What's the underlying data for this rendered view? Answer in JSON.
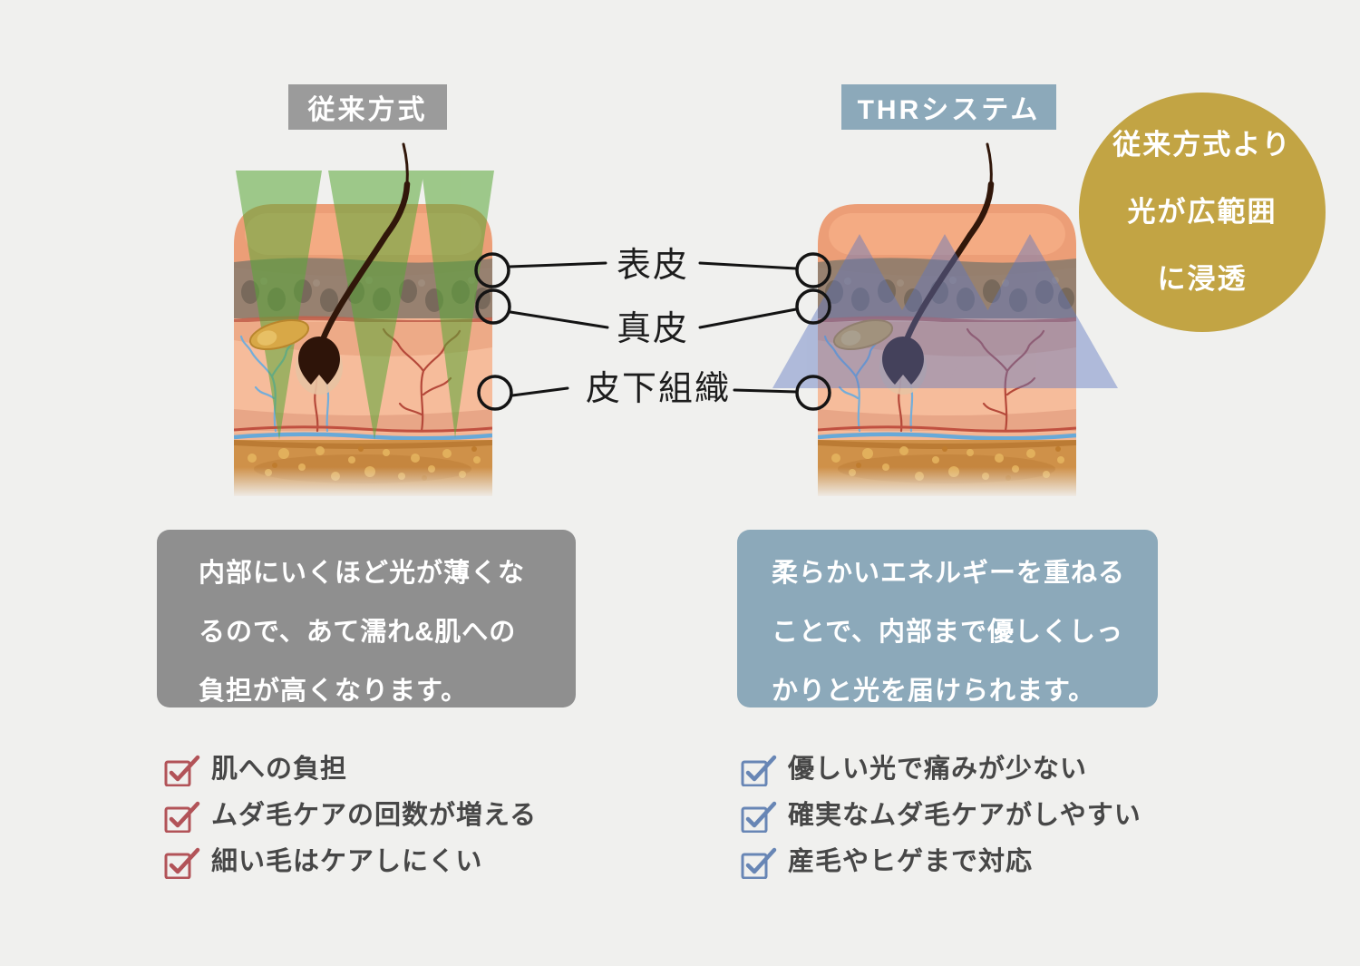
{
  "background_color": "#f0f0ee",
  "layer_labels": {
    "epidermis": "表皮",
    "dermis": "真皮",
    "subcutaneous": "皮下組織"
  },
  "conventional": {
    "method_label": "従来方式",
    "label_bg": "#9b9b9b",
    "box_bg": "#8f8f8f",
    "beam_color": "#5aa838",
    "check_color": "#b25358",
    "description_lines": [
      "内部にいくほど光が薄くな",
      "るので、あて濡れ&肌への",
      "負担が高くなります。"
    ],
    "checklist": [
      "肌への負担",
      "ムダ毛ケアの回数が増える",
      "細い毛はケアしにくい"
    ]
  },
  "thr": {
    "method_label": "THRシステム",
    "label_bg": "#8ca9ba",
    "box_bg": "#8ca9ba",
    "beam_color": "#6078c0",
    "check_color": "#6886b5",
    "description_lines": [
      "柔らかいエネルギーを重ねる",
      "ことで、内部まで優しくしっ",
      "かりと光を届けられます。"
    ],
    "checklist": [
      "優しい光で痛みが少ない",
      "確実なムダ毛ケアがしやすい",
      "産毛やヒゲまで対応"
    ]
  },
  "badge": {
    "bg": "#c2a444",
    "lines": [
      "従来方式より",
      "光が広範囲",
      "に浸透"
    ]
  }
}
